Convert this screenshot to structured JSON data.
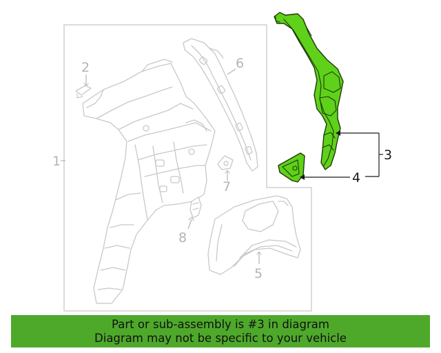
{
  "callouts": {
    "c1": "1",
    "c2": "2",
    "c3": "3",
    "c4": "4",
    "c5": "5",
    "c6": "6",
    "c7": "7",
    "c8": "8"
  },
  "banner": {
    "line1": "Part or sub-assembly is #3 in diagram",
    "line2": "Diagram may not be specific to your vehicle"
  },
  "colors": {
    "highlight": "#5fd11a",
    "banner": "#4ea92b",
    "ghost": "#c8c8c8"
  }
}
